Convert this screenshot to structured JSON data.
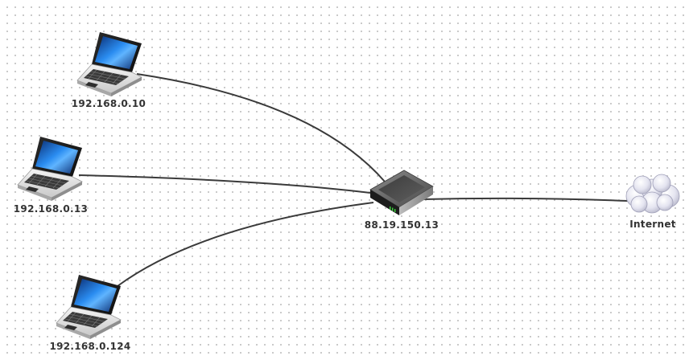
{
  "nodes": {
    "laptop_1": {
      "label": "192.168.0.10"
    },
    "laptop_2": {
      "label": "192.168.0.13"
    },
    "laptop_3": {
      "label": "192.168.0.124"
    },
    "router": {
      "label": "88.19.150.13"
    },
    "internet": {
      "label": "Internet"
    }
  },
  "connections": [
    {
      "from": "192.168.0.10",
      "to": "88.19.150.13"
    },
    {
      "from": "192.168.0.13",
      "to": "88.19.150.13"
    },
    {
      "from": "192.168.0.124",
      "to": "88.19.150.13"
    },
    {
      "from": "88.19.150.13",
      "to": "Internet"
    }
  ],
  "icons": {
    "laptop": "laptop-icon",
    "router": "router-icon",
    "internet": "cloud-icon"
  },
  "colors": {
    "link": "#3a3a3a",
    "screen": "#1a6fd6",
    "router_body": "#555555",
    "cloud": "#dcdcec"
  }
}
